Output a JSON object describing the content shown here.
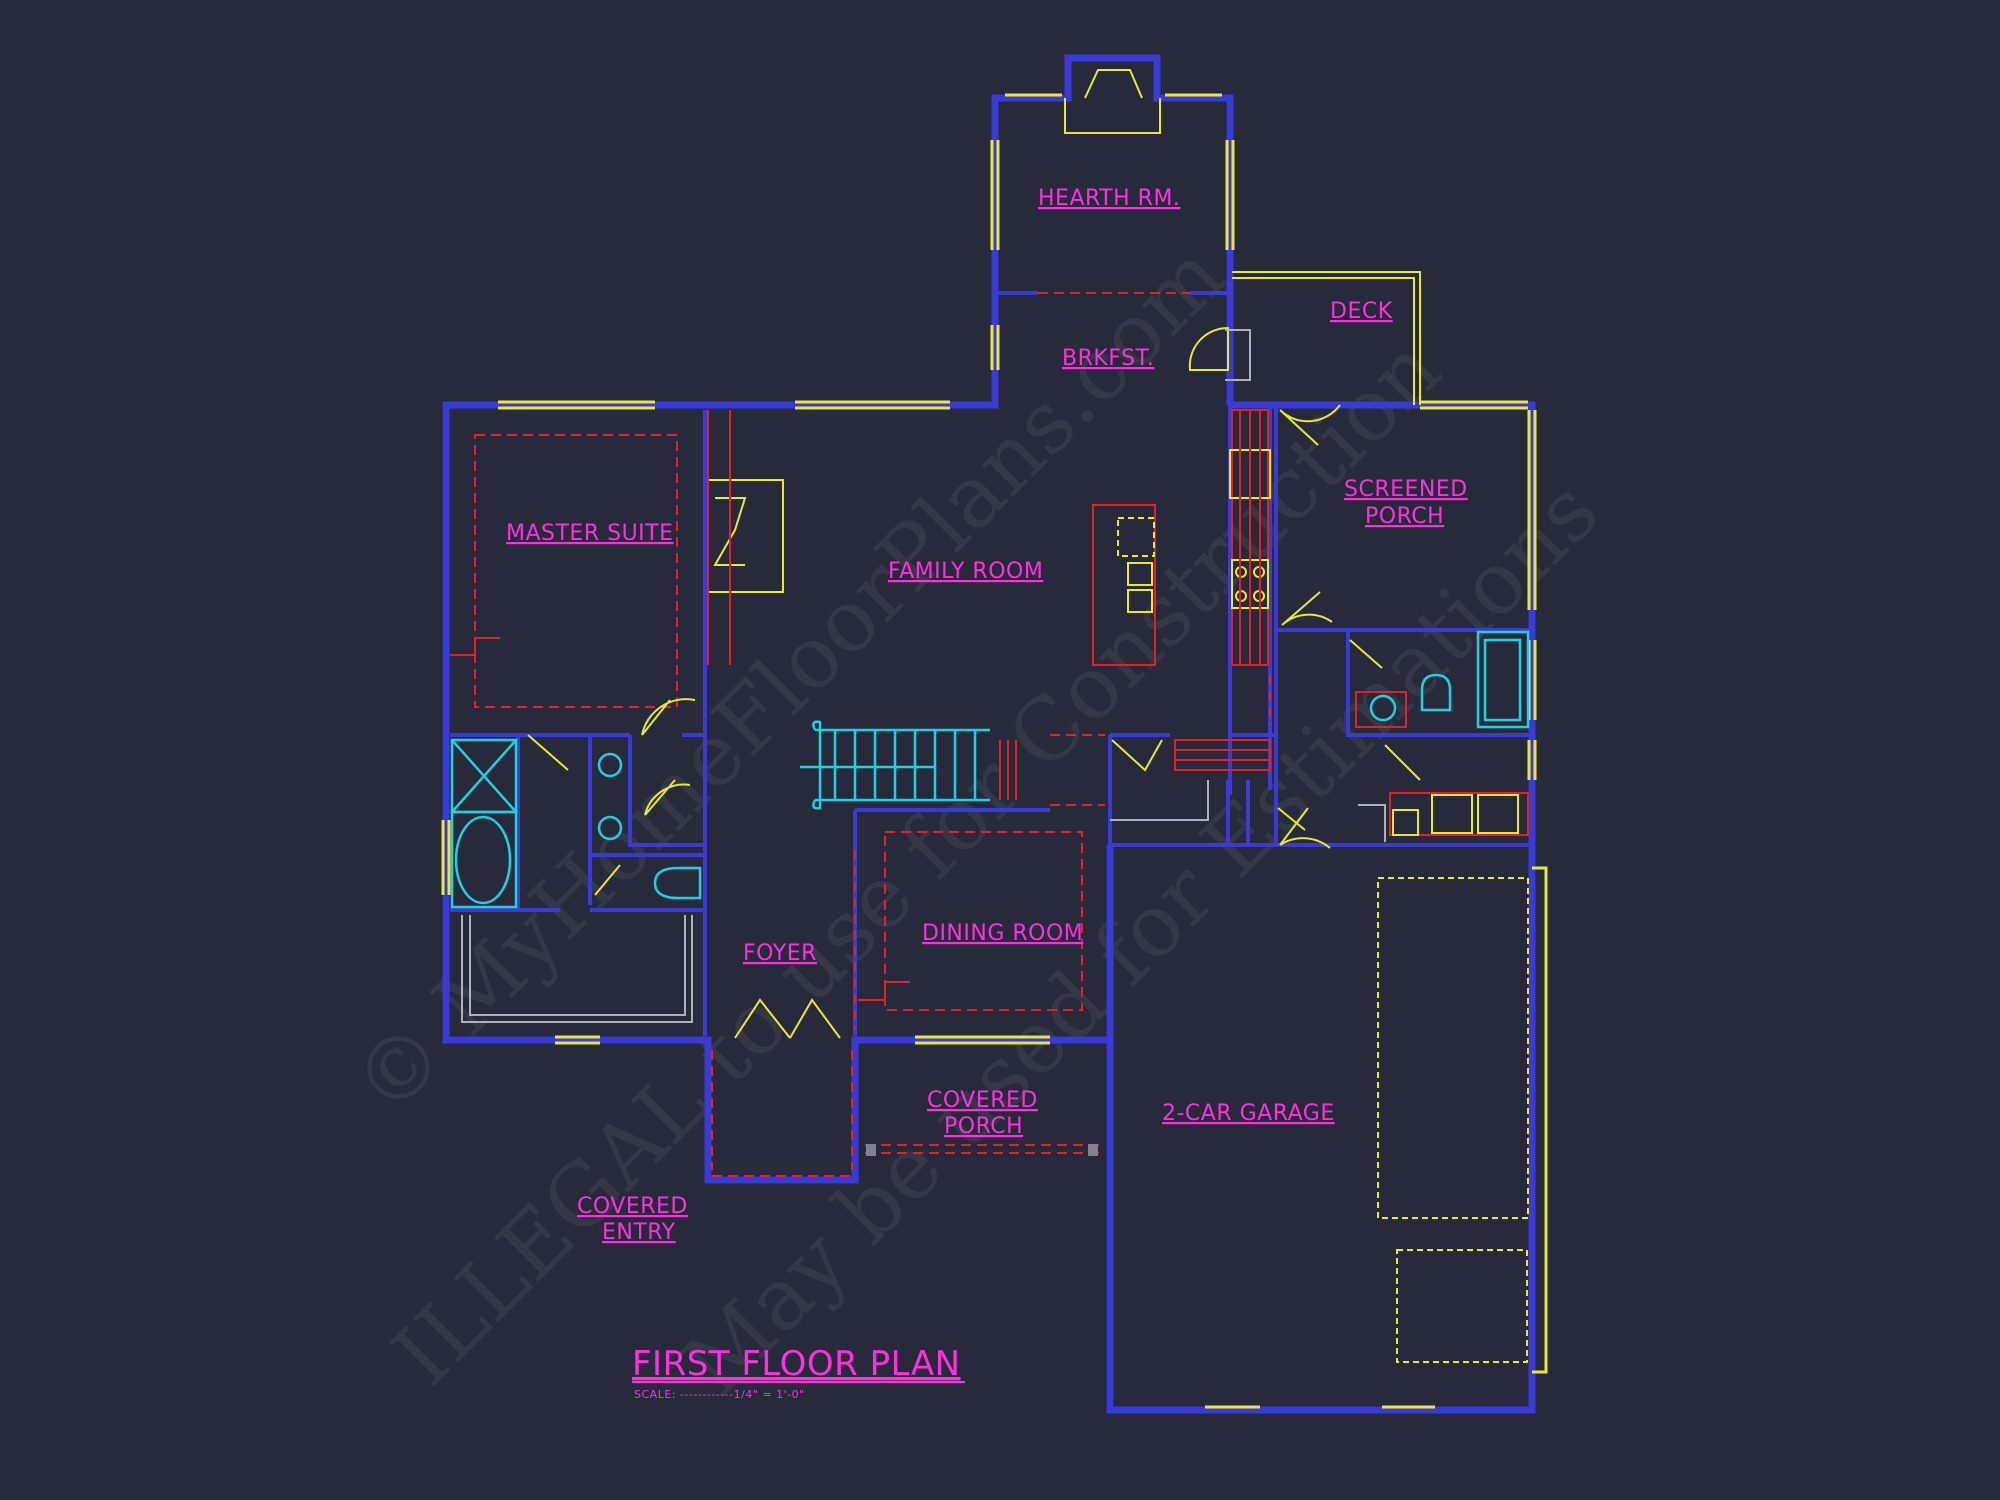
{
  "rooms": {
    "hearth": "HEARTH RM.",
    "brkfst": "BRKFST.",
    "deck": "DECK",
    "master": "MASTER SUITE",
    "family": "FAMILY ROOM",
    "screened_1": "SCREENED",
    "screened_2": "PORCH",
    "foyer": "FOYER",
    "dining": "DINING ROOM",
    "covered_porch_1": "COVERED",
    "covered_porch_2": "PORCH",
    "garage": "2-CAR GARAGE",
    "covered_entry_1": "COVERED",
    "covered_entry_2": "ENTRY"
  },
  "plan": {
    "title": "FIRST FLOOR PLAN",
    "scale": "SCALE: ------------1/4\" = 1'-0\""
  },
  "watermark": {
    "line1": "© MyHomeFloorPlans.com",
    "line2": "ILLEGAL to use for Construction",
    "line3": "May be used for Estimations"
  },
  "colors": {
    "background": "#262a3a",
    "walls": "#3a3ad6",
    "labels": "#ff2fe0",
    "windows": "#e8e838",
    "fixtures": "#20d0e0",
    "hidden_lines": "#e0202a"
  }
}
